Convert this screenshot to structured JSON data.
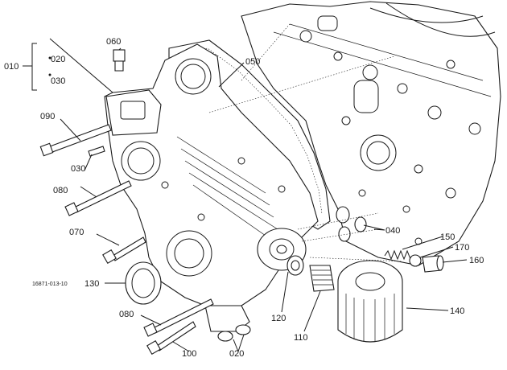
{
  "labels": {
    "l010": "010",
    "l020a": "020",
    "l030a": "030",
    "l060": "060",
    "l050": "050",
    "l090": "090",
    "l030b": "030",
    "l080a": "080",
    "l070": "070",
    "l130": "130",
    "l080b": "080",
    "l100": "100",
    "l020b": "020",
    "l120": "120",
    "l110": "110",
    "l040": "040",
    "l150": "150",
    "l170": "170",
    "l160": "160",
    "l140": "140",
    "drawing_code": "16871-013-10"
  }
}
